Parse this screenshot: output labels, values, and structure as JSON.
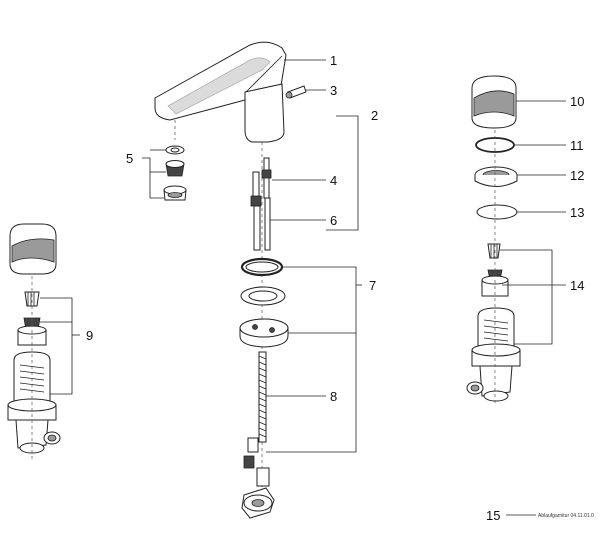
{
  "callouts": {
    "c1": "1",
    "c2": "2",
    "c3": "3",
    "c4": "4",
    "c5": "5",
    "c6": "6",
    "c7": "7",
    "c8": "8",
    "c9": "9",
    "c10": "10",
    "c11": "11",
    "c12": "12",
    "c13": "13",
    "c14": "14",
    "c15": "15"
  },
  "footer_caption": "Ablaufgarnitur 04.11.01.0"
}
